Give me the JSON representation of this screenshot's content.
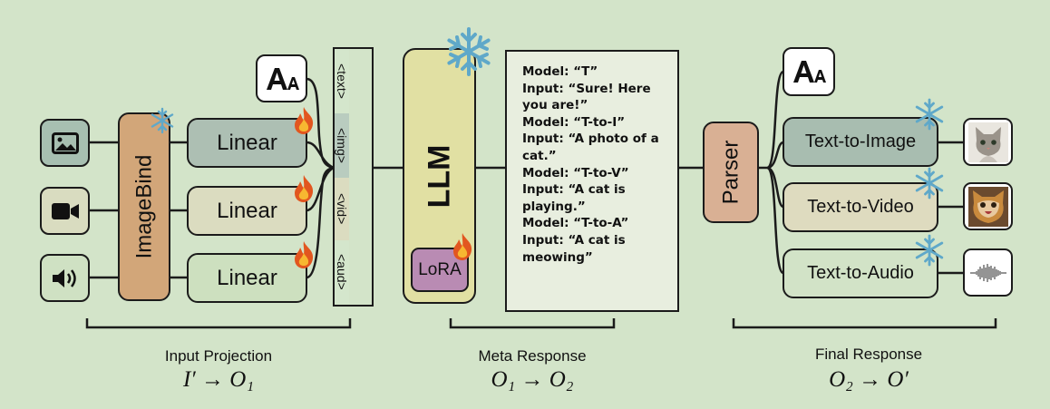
{
  "inputs": {
    "image_icon": "image-icon",
    "video_icon": "video-icon",
    "audio_icon": "speaker-icon"
  },
  "encoder": {
    "label": "ImageBind",
    "frozen": true
  },
  "projections": [
    {
      "label": "Linear",
      "trainable": true
    },
    {
      "label": "Linear",
      "trainable": true
    },
    {
      "label": "Linear",
      "trainable": true
    }
  ],
  "tokens": [
    "<text>",
    "<img>",
    "<vid>",
    "<aud>"
  ],
  "llm": {
    "label": "LLM",
    "frozen": true,
    "adapter": "LoRA",
    "adapter_trainable": true
  },
  "meta_response": [
    "Model: “T”",
    "Input: “Sure! Here",
    "you are!”",
    "Model: “T-to-I”",
    "Input: “A photo of a",
    "cat.”",
    "Model: “T-to-V”",
    "Input: “A cat is",
    "playing.”",
    "Model: “T-to-A”",
    "Input: “A cat is",
    "meowing”"
  ],
  "parser": {
    "label": "Parser"
  },
  "generators": [
    {
      "label": "Text-to-Image",
      "frozen": true,
      "output": "cat-photo"
    },
    {
      "label": "Text-to-Video",
      "frozen": true,
      "output": "cat-video-frame"
    },
    {
      "label": "Text-to-Audio",
      "frozen": true,
      "output": "waveform"
    }
  ],
  "sections": [
    {
      "caption": "Input Projection",
      "formula": "I′ →  O₁"
    },
    {
      "caption": "Meta Response",
      "formula": "O₁ → O₂"
    },
    {
      "caption": "Final Response",
      "formula": "O₂ → O′"
    }
  ],
  "colors": {
    "background": "#d3e4c9",
    "encoder": "#d2a679",
    "linear1": "#adbfb3",
    "linear2": "#dbdcc0",
    "linear3": "#cde0bf",
    "llm": "#e1e0a3",
    "lora": "#b98bb3",
    "parser": "#d9b094",
    "generator1": "#a8bdb0",
    "generator2": "#dedbbf",
    "generator3": "#d2e3c7",
    "meta_box": "#e8eedf"
  }
}
